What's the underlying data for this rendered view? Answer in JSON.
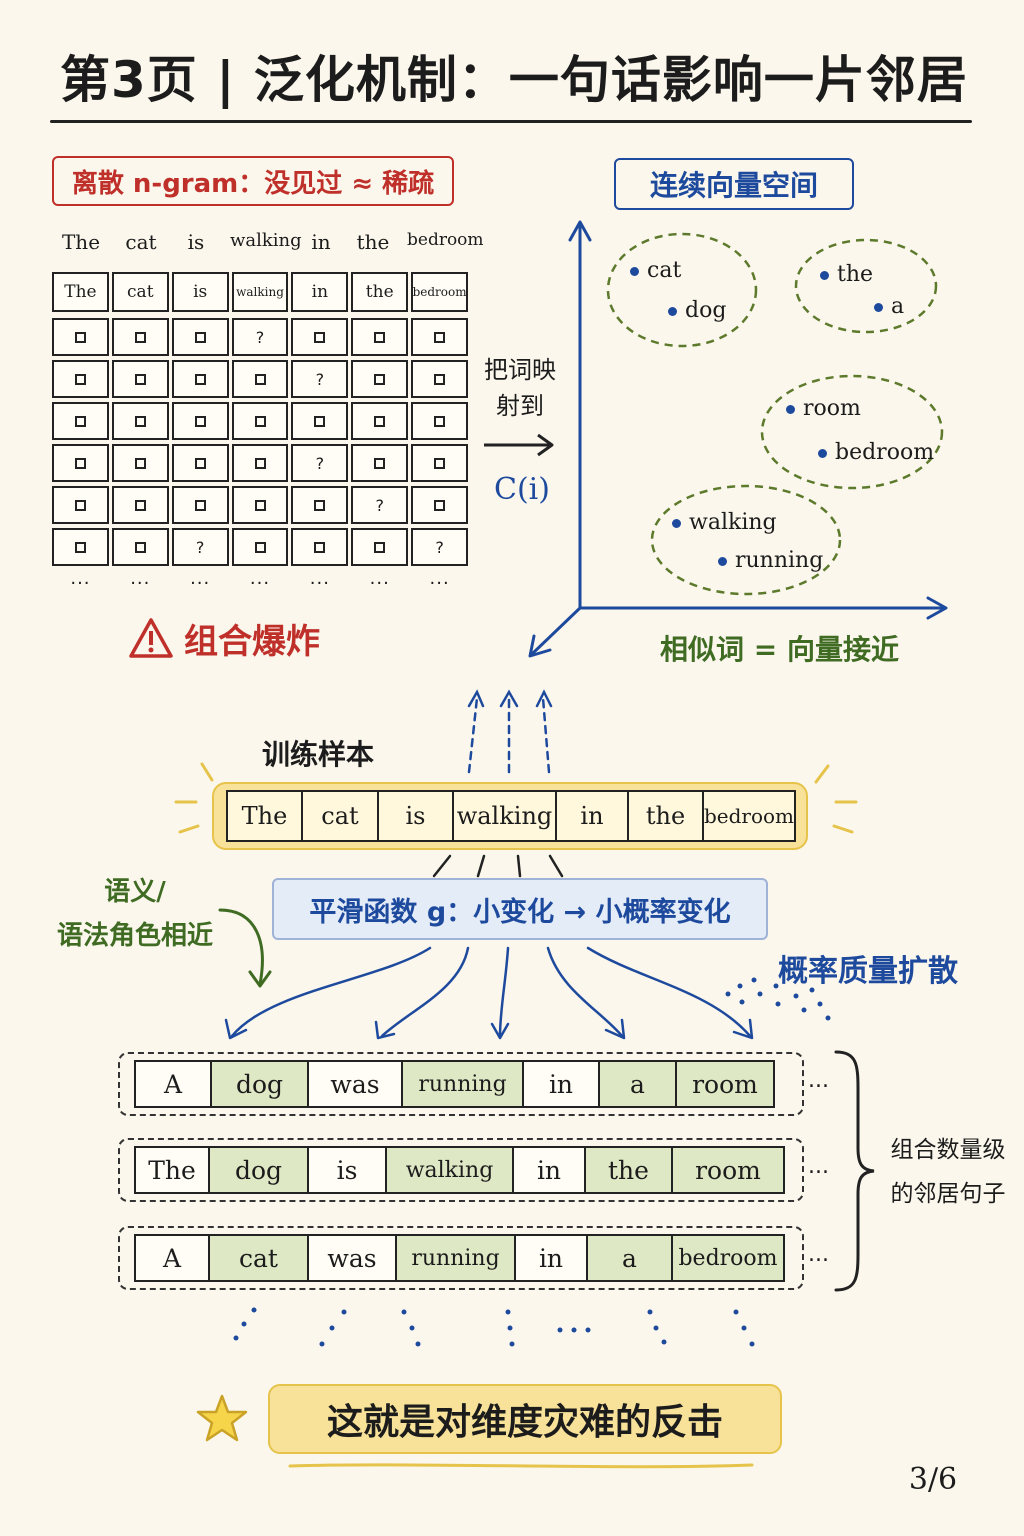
{
  "title": "第3页 | 泛化机制：一句话影响一片邻居",
  "left_panel": {
    "heading": "离散 n-gram：没见过 ≈ 稀疏",
    "header_words": [
      "The",
      "cat",
      "is",
      "walking",
      "in",
      "the",
      "bedroom"
    ],
    "table_header": [
      "The",
      "cat",
      "is",
      "walking",
      "in",
      "the",
      "bedroom"
    ],
    "rows": [
      [
        "",
        "",
        "",
        "?",
        "",
        "",
        ""
      ],
      [
        "",
        "",
        "",
        "",
        "?",
        "",
        ""
      ],
      [
        "",
        "",
        "",
        "",
        "",
        "",
        ""
      ],
      [
        "",
        "",
        "",
        "",
        "?",
        "",
        ""
      ],
      [
        "",
        "",
        "",
        "",
        "",
        "?",
        ""
      ],
      [
        "",
        "",
        "?",
        "",
        "",
        "",
        "?"
      ]
    ],
    "ellipsis": "...",
    "warning": "组合爆炸"
  },
  "mapping": {
    "label": "把词映射到",
    "function": "C(i)"
  },
  "right_panel": {
    "heading": "连续向量空间",
    "clusters": [
      [
        "cat",
        "dog"
      ],
      [
        "the",
        "a"
      ],
      [
        "room",
        "bedroom"
      ],
      [
        "walking",
        "running"
      ]
    ],
    "caption": "相似词 = 向量接近"
  },
  "training": {
    "label": "训练样本",
    "words": [
      "The",
      "cat",
      "is",
      "walking",
      "in",
      "the",
      "bedroom"
    ]
  },
  "smooth_function": "平滑函数 g：小变化 → 小概率变化",
  "semantic_note": [
    "语义/",
    "语法角色相近"
  ],
  "spread_label": "概率质量扩散",
  "neighbors": [
    {
      "words": [
        "A",
        "dog",
        "was",
        "running",
        "in",
        "a",
        "room"
      ],
      "highlight": [
        false,
        true,
        false,
        true,
        false,
        true,
        true
      ]
    },
    {
      "words": [
        "The",
        "dog",
        "is",
        "walking",
        "in",
        "the",
        "room"
      ],
      "highlight": [
        false,
        true,
        false,
        true,
        false,
        true,
        true
      ]
    },
    {
      "words": [
        "A",
        "cat",
        "was",
        "running",
        "in",
        "a",
        "bedroom"
      ],
      "highlight": [
        false,
        true,
        false,
        true,
        false,
        true,
        true
      ]
    }
  ],
  "neighbors_ellipsis": "...",
  "brace_label": [
    "组合数量级",
    "的邻居句子"
  ],
  "conclusion": "这就是对维度灾难的反击",
  "page_number": "3/6",
  "colors": {
    "red": "#c0302b",
    "blue": "#1e4a9e",
    "green": "#3f6b23",
    "yellow": "#f8e29a",
    "highlight": "#dfe8c4"
  }
}
